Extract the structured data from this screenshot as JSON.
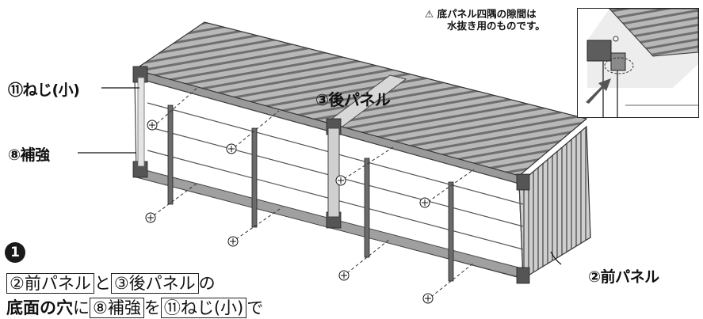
{
  "labels": {
    "screw_small": "⑪ねじ(小)",
    "reinforcement": "⑧補強",
    "rear_panel": "③後パネル",
    "front_panel": "②前パネル"
  },
  "note": {
    "warning_symbol": "⚠",
    "line1": "底パネル四隅の隙間は",
    "line2": "水抜き用のものです。"
  },
  "instruction": {
    "step_number": "❶",
    "box1": "②前パネル",
    "joiner1": "と",
    "box2": "③後パネル",
    "joiner2": "の",
    "line2_bold": "底面の穴",
    "line2_ni": "に",
    "box3": "⑧補強",
    "line2_wo": "を",
    "box4": "⑪ねじ(小)",
    "line2_tail": "で"
  },
  "colors": {
    "panel_light": "#c9c9c9",
    "panel_dark": "#8a8a8a",
    "lid_stripe": "#7c7c7c",
    "arrow": "#555555"
  }
}
